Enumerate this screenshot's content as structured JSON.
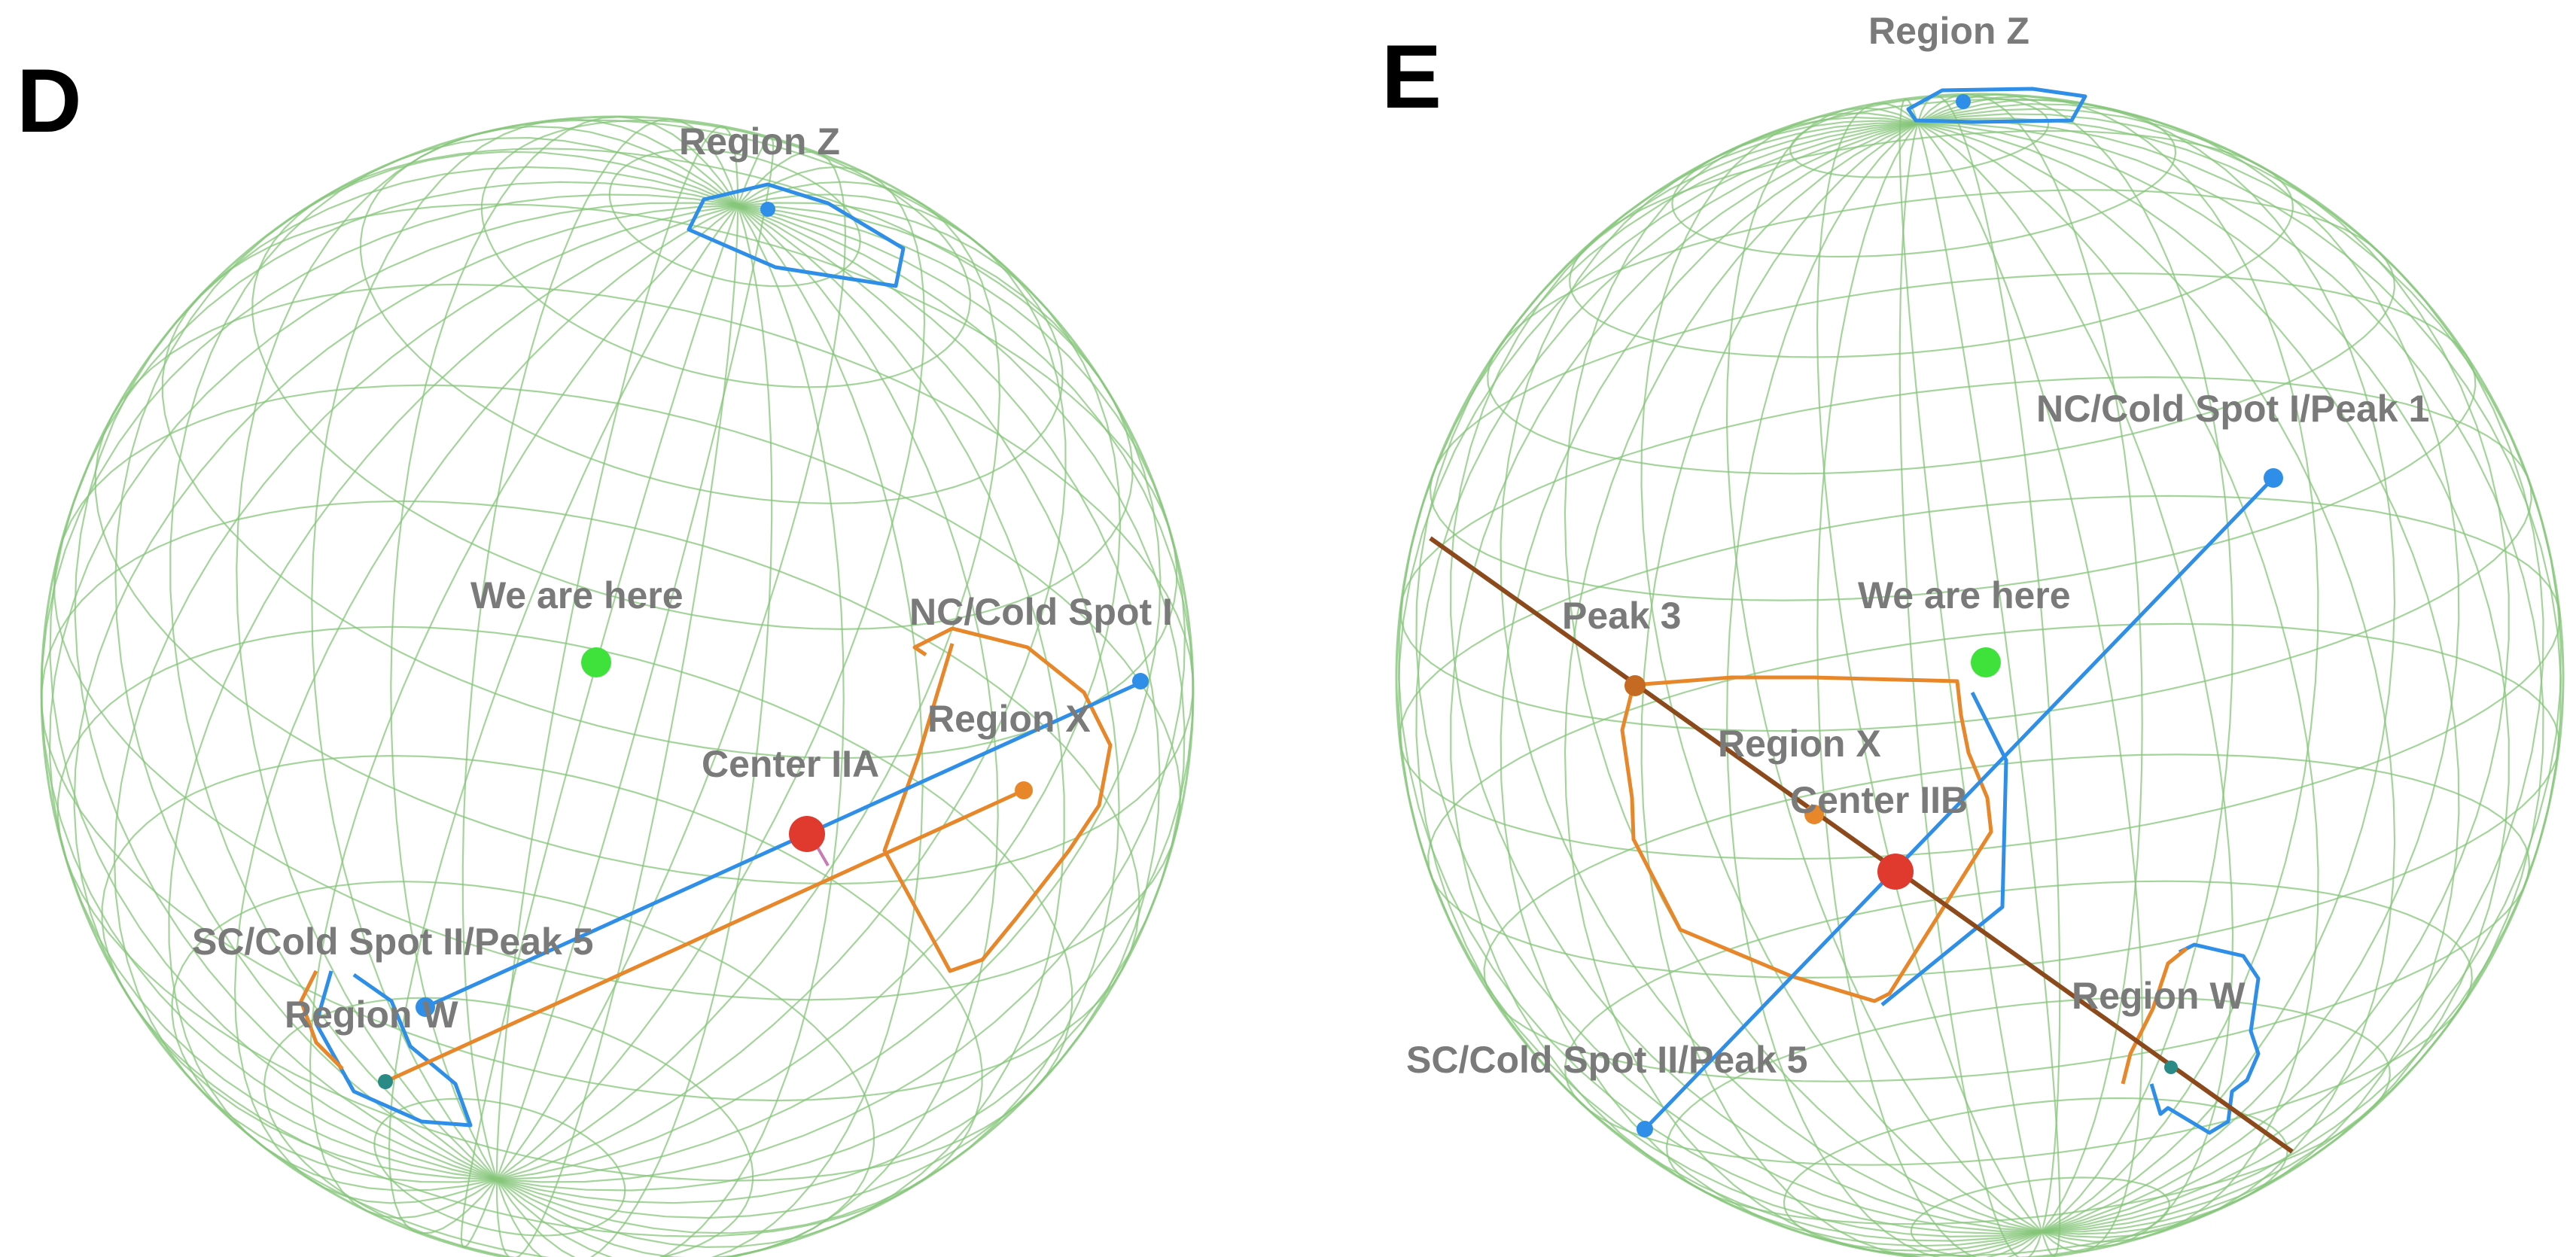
{
  "colors": {
    "sphere_grid": "#86c67a",
    "blue": "#2f8fe8",
    "orange": "#e8862a",
    "brown": "#8c4a1c",
    "red": "#e03a2e",
    "green": "#3ee23a",
    "label": "#7a7a7a",
    "letter": "#000000",
    "teal": "#2a8a86"
  },
  "panels": [
    {
      "letter": "D",
      "labels": {
        "region_z": "Region Z",
        "we_are_here": "We are here",
        "nc_cold_spot": "NC/Cold Spot I",
        "region_x": "Region X",
        "center": "Center IIA",
        "sc_cold_spot": "SC/Cold Spot II/Peak 5",
        "region_w": "Region W"
      }
    },
    {
      "letter": "E",
      "labels": {
        "region_z": "Region Z",
        "nc_cold_spot": "NC/Cold Spot I/Peak 1",
        "we_are_here": "We are here",
        "peak_3": "Peak 3",
        "region_x": "Region X",
        "center": "Center IIB",
        "region_w": "Region W",
        "sc_cold_spot": "SC/Cold Spot II/Peak 5"
      }
    }
  ]
}
